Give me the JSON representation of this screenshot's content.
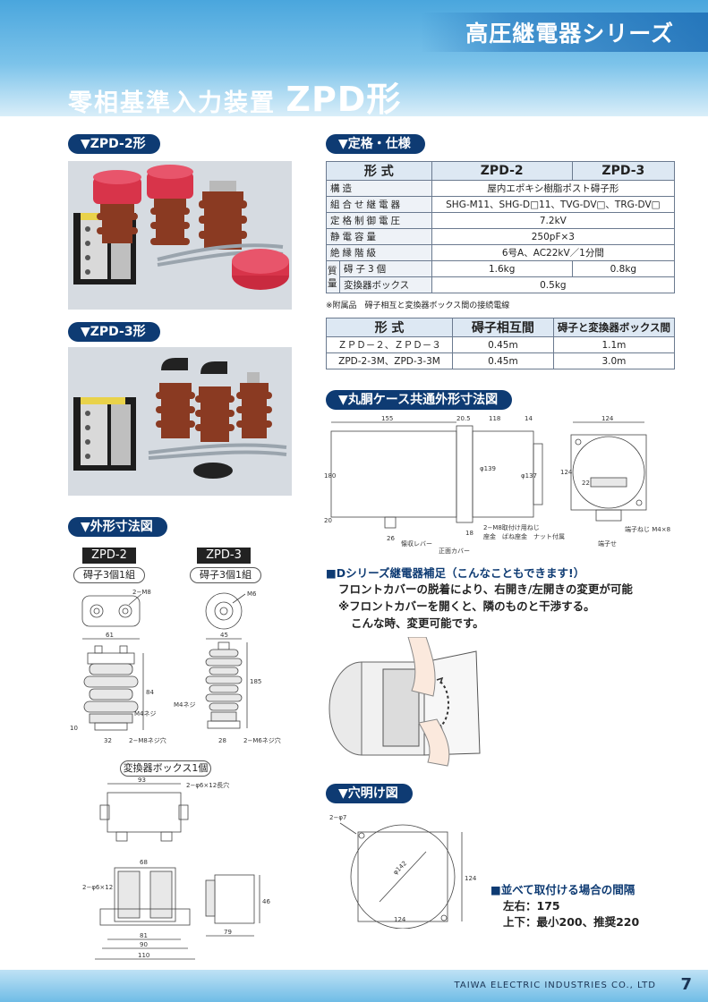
{
  "header": {
    "series": "高圧継電器シリーズ",
    "title_prefix": "零相基準入力装置",
    "title_model": "ZPD形"
  },
  "sections": {
    "zpd2": "▼ZPD-2形",
    "zpd3": "▼ZPD-3形",
    "outline": "▼外形寸法図",
    "specs": "▼定格・仕様",
    "case_dims": "▼丸胴ケース共通外形寸法図",
    "drilling": "▼穴明け図"
  },
  "spec_table": {
    "head": [
      "形 式",
      "ZPD-2",
      "ZPD-3"
    ],
    "rows": [
      {
        "label": "構造",
        "value": "屋内エポキシ樹脂ポスト碍子形"
      },
      {
        "label": "組合せ継電器",
        "value": "SHG-M11、SHG-D□11、TVG-DV□、TRG-DV□"
      },
      {
        "label": "定格制御電圧",
        "value": "7.2kV"
      },
      {
        "label": "静電容量",
        "value": "250pF×3"
      },
      {
        "label": "絶縁階級",
        "value": "6号A、AC22kV／1分間"
      }
    ],
    "mass_label": "質量",
    "mass_rows": [
      {
        "label": "碍子3個",
        "zpd2": "1.6kg",
        "zpd3": "0.8kg"
      },
      {
        "label": "変換器ボックス",
        "value": "0.5kg"
      }
    ],
    "note": "※附属品　碍子相互と変換器ボックス間の接続電線"
  },
  "cable_table": {
    "head": [
      "形 式",
      "碍子相互間",
      "碍子と変換器ボックス間"
    ],
    "rows": [
      [
        "ＺＰＤ－２、ＺＰＤ－３",
        "0.45m",
        "1.1m"
      ],
      [
        "ZPD-2-3M、ZPD-3-3M",
        "0.45m",
        "3.0m"
      ]
    ]
  },
  "outline": {
    "zpd2_label": "ZPD-2",
    "zpd3_label": "ZPD-3",
    "zpd2_pill": "碍子3個1組",
    "zpd3_pill": "碍子3個1組",
    "box_pill": "変換器ボックス1個",
    "m8": "2−M8",
    "m6": "M6",
    "m4_a": "M4ネジ",
    "m8_hole": "2−M8ネジ穴",
    "m4_b": "M4ネジ",
    "m6_hole": "2−M6ネジ穴",
    "d32": "32",
    "d45": "45",
    "d28": "28",
    "d61": "61",
    "d10": "10",
    "d185": "185",
    "d84": "84",
    "box_93": "93",
    "box_68": "68",
    "box_81": "81",
    "box_90": "90",
    "box_110": "110",
    "box_79": "79",
    "box_46": "46",
    "box_hole1": "2−φ6×12長穴",
    "box_hole2": "2−φ6×12"
  },
  "case_dims": {
    "d155": "155",
    "d20_5": "20.5",
    "d118": "118",
    "d14": "14",
    "d124": "124",
    "d180": "180",
    "d139": "φ139",
    "d137": "φ137",
    "d124v": "124",
    "d22": "22",
    "d20": "20",
    "d26": "26",
    "d18": "18",
    "label_lever": "懐収レバー",
    "label_cover": "正面カバー",
    "label_mount": "2−M8取付け用ねじ",
    "label_washer": "座金　ばね座金　ナット付属",
    "label_terminal": "端子せ",
    "label_screw": "端子ねじ M4×8"
  },
  "dseries": {
    "title": "■Dシリーズ継電器補足（こんなこともできます!）",
    "line1": "フロントカバーの脱着により、右開き/左開きの変更が可能",
    "line2": "※フロントカバーを開くと、隣のものと干渉する。",
    "line3": "こんな時、変更可能です。"
  },
  "drilling": {
    "hole": "2−φ7",
    "dia": "φ142",
    "w": "124",
    "h": "124"
  },
  "spacing": {
    "title": "■並べて取付ける場合の間隔",
    "lr": "左右：175",
    "ud": "上下：最小200、推奨220"
  },
  "footer": {
    "company": "TAIWA ELECTRIC INDUSTRIES CO., LTD",
    "page": "7"
  },
  "colors": {
    "header_blue": "#4aa6dd",
    "section_navy": "#0e3b73",
    "insulator_brown": "#8a3a22",
    "cap_red": "#d8344a"
  }
}
